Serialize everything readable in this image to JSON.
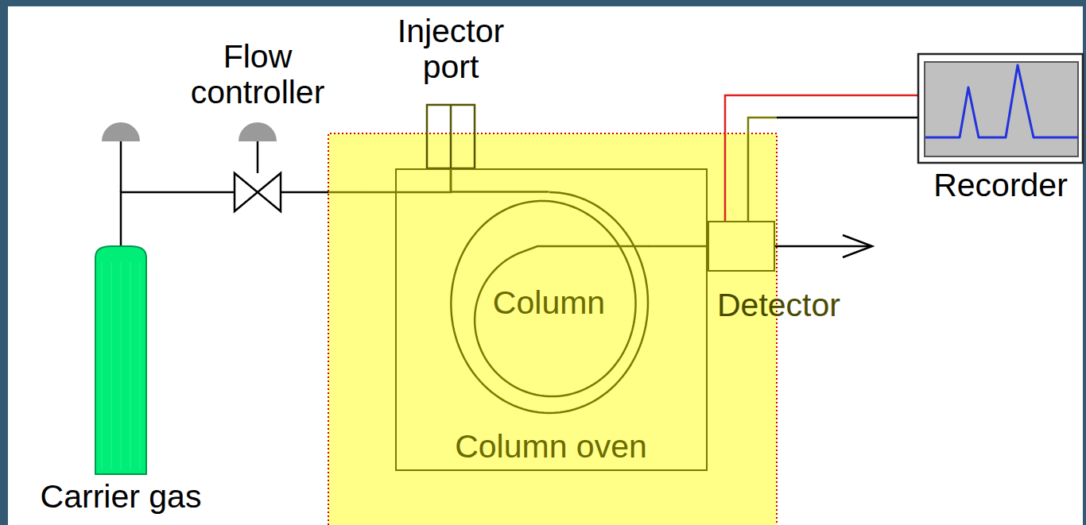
{
  "diagram": {
    "nodes": [
      {
        "text": [
          "Carrier gas"
        ]
      },
      {
        "text": [
          "Flow controller"
        ]
      },
      {
        "text": [
          "Injector port"
        ]
      },
      {
        "text": [
          "Column oven"
        ]
      },
      {
        "text": [
          "Column"
        ],
        "in": 3
      },
      {
        "text": [
          "Detector"
        ]
      },
      {
        "text": [
          "Recorder"
        ]
      }
    ],
    "edges": [
      {
        "from": 0,
        "to": 1,
        "arrow": "none"
      },
      {
        "from": 1,
        "to": 2,
        "arrow": "none"
      },
      {
        "from": 2,
        "to": 4,
        "arrow": "none"
      },
      {
        "from": 4,
        "to": 5,
        "arrow": "none"
      },
      {
        "from": 5,
        "to": 6,
        "arrow": "none"
      },
      {
        "from": 5,
        "to": 6,
        "arrow": "none"
      }
    ]
  }
}
